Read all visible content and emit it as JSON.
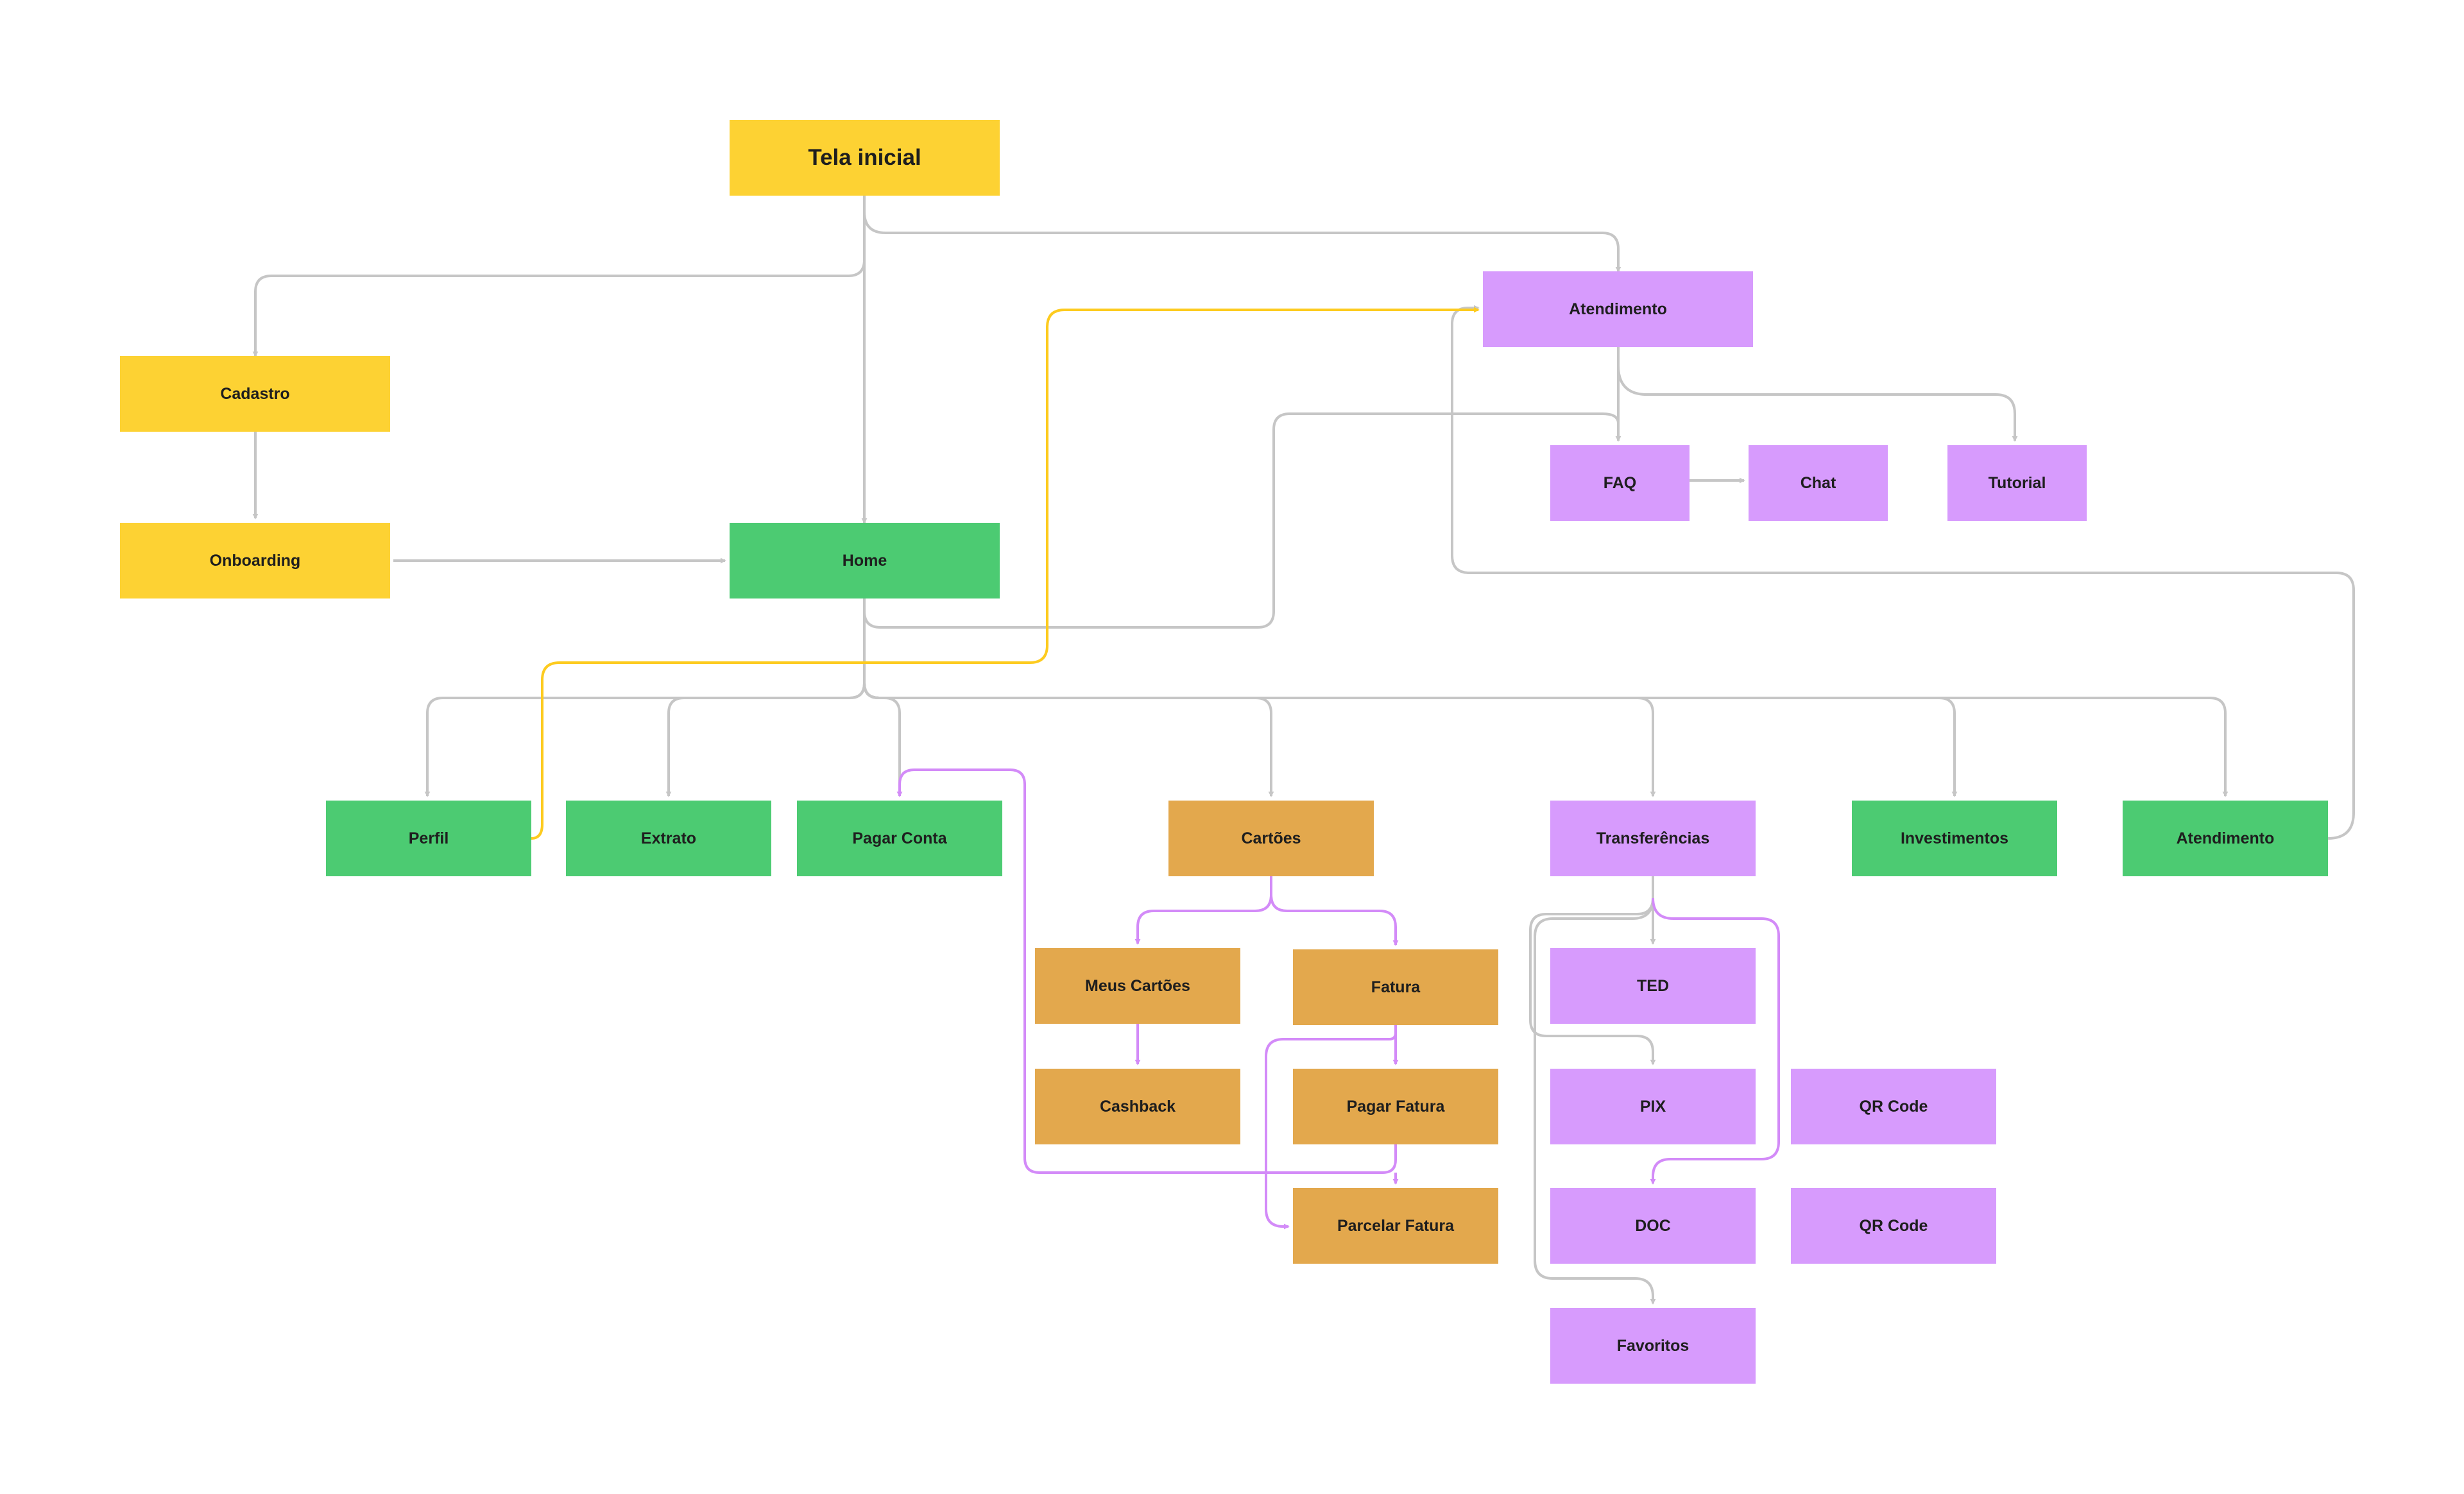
{
  "colors": {
    "yellow": "#fdd233",
    "green": "#4ccb72",
    "orange": "#e3a84d",
    "purple": "#d79bfd",
    "connector_gray": "#c6c6c6",
    "connector_yellow": "#fdcb1f",
    "connector_purple": "#d38bf8"
  },
  "nodes": {
    "tela_inicial": "Tela inicial",
    "cadastro": "Cadastro",
    "onboarding": "Onboarding",
    "home": "Home",
    "atendimento_top": "Atendimento",
    "faq": "FAQ",
    "chat": "Chat",
    "tutorial": "Tutorial",
    "perfil": "Perfil",
    "extrato": "Extrato",
    "pagar_conta": "Pagar Conta",
    "cartoes": "Cartões",
    "transferencias": "Transferências",
    "investimentos": "Investimentos",
    "atendimento_bottom": "Atendimento",
    "meus_cartoes": "Meus Cartões",
    "fatura": "Fatura",
    "cashback": "Cashback",
    "pagar_fatura": "Pagar Fatura",
    "parcelar_fatura": "Parcelar Fatura",
    "ted": "TED",
    "pix": "PIX",
    "doc": "DOC",
    "favoritos": "Favoritos",
    "qr_code_1": "QR Code",
    "qr_code_2": "QR Code"
  }
}
